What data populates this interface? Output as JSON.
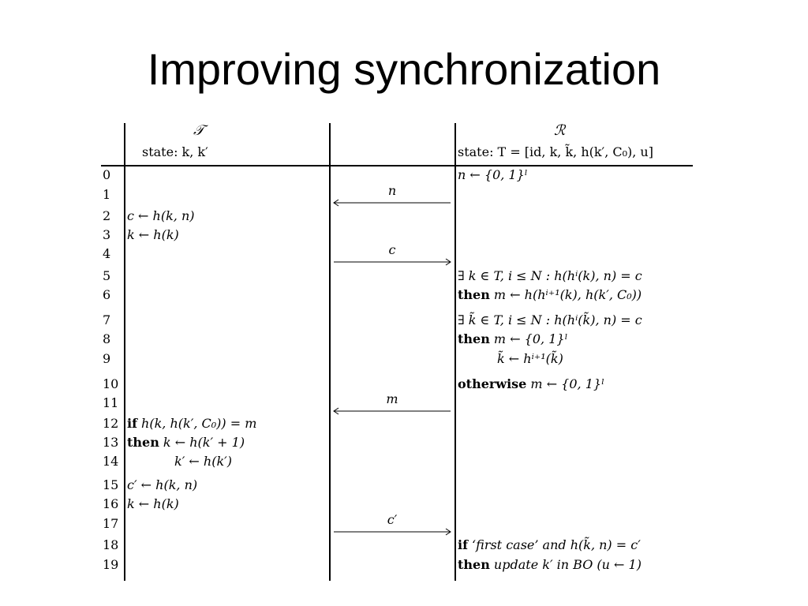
{
  "slide": {
    "title": "Improving synchronization"
  },
  "header": {
    "t_party": "𝒯",
    "r_party": "ℛ",
    "t_state": "state: k, k′",
    "r_state": "state: T = [id, k, k̃, h(k′, C₀), u]"
  },
  "rows": [
    {
      "num": "0",
      "t": "",
      "r": "n ← {0, 1}ˡ"
    },
    {
      "num": "1",
      "t": "",
      "r": ""
    },
    {
      "num": "2",
      "t": "c ← h(k, n)",
      "r": ""
    },
    {
      "num": "3",
      "t": "k ← h(k)",
      "r": ""
    },
    {
      "num": "4",
      "t": "",
      "r": ""
    },
    {
      "num": "5",
      "t": "",
      "r": "∃ k ∈ T, i ≤ N : h(hⁱ(k), n) = c"
    },
    {
      "num": "6",
      "t": "",
      "r_bold": "then",
      "r": " m ← h(hⁱ⁺¹(k), h(k′, C₀))"
    },
    {
      "num": "7",
      "t": "",
      "r": "∃ k̃ ∈ T, i ≤ N : h(hⁱ(k̃), n) = c"
    },
    {
      "num": "8",
      "t": "",
      "r_bold": "then",
      "r": " m ← {0, 1}ˡ"
    },
    {
      "num": "9",
      "t": "",
      "r": "k̃ ← hⁱ⁺¹(k̃)"
    },
    {
      "num": "10",
      "t": "",
      "r_bold": "otherwise",
      "r": " m ← {0, 1}ˡ"
    },
    {
      "num": "11",
      "t": "",
      "r": ""
    },
    {
      "num": "12",
      "t_bold": "if",
      "t": " h(k, h(k′, C₀)) = m",
      "r": ""
    },
    {
      "num": "13",
      "t_bold": "then",
      "t": "  k ← h(k′ + 1)",
      "r": ""
    },
    {
      "num": "14",
      "t": "k′ ← h(k′)",
      "r": ""
    },
    {
      "num": "15",
      "t": "c′ ← h(k, n)",
      "r": ""
    },
    {
      "num": "16",
      "t": "k ← h(k)",
      "r": ""
    },
    {
      "num": "17",
      "t": "",
      "r": ""
    },
    {
      "num": "18",
      "t": "",
      "r_bold": "if",
      "r": " ‘first case’ and h(k̃, n) = c′"
    },
    {
      "num": "19",
      "t": "",
      "r_bold": "then",
      "r": " update k′ in BO (u ← 1)"
    }
  ],
  "messages": [
    {
      "label": "n",
      "direction": "left"
    },
    {
      "label": "c",
      "direction": "right"
    },
    {
      "label": "m",
      "direction": "left"
    },
    {
      "label": "c′",
      "direction": "right"
    }
  ]
}
